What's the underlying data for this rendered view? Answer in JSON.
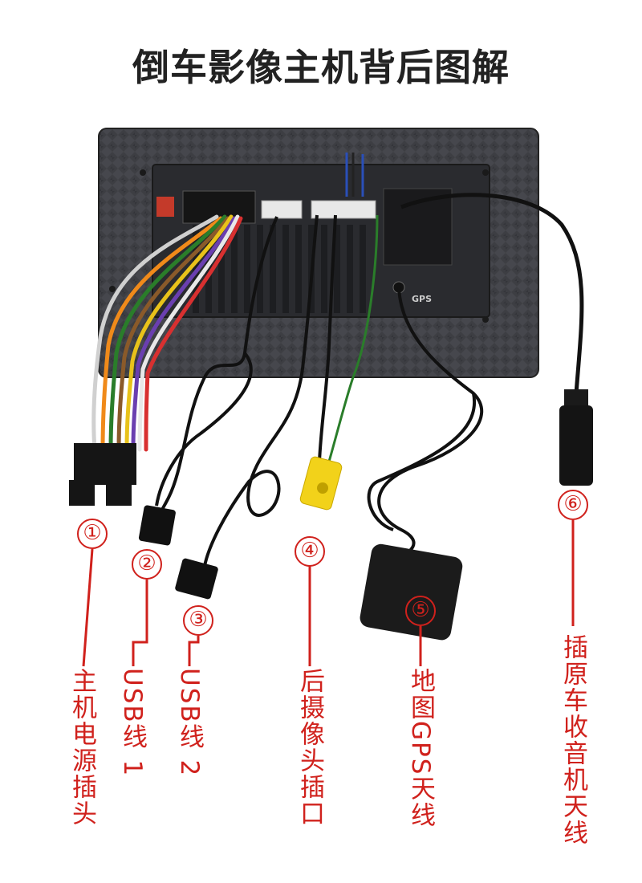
{
  "title": "倒车影像主机背后图解",
  "panel_label": "GPS",
  "callouts": [
    {
      "number": "①",
      "label": "主机电源插头"
    },
    {
      "number": "②",
      "label": "USB线 1"
    },
    {
      "number": "③",
      "label": "USB线 2"
    },
    {
      "number": "④",
      "label": "后摄像头插口"
    },
    {
      "number": "⑤",
      "label": "地图GPS天线"
    },
    {
      "number": "⑥",
      "label": "插原车收音机天线"
    }
  ],
  "colors": {
    "callout_red": "#d0211c",
    "panel": "#3a3b40",
    "cable": "#111111",
    "rca_yellow": "#f2d21a"
  }
}
